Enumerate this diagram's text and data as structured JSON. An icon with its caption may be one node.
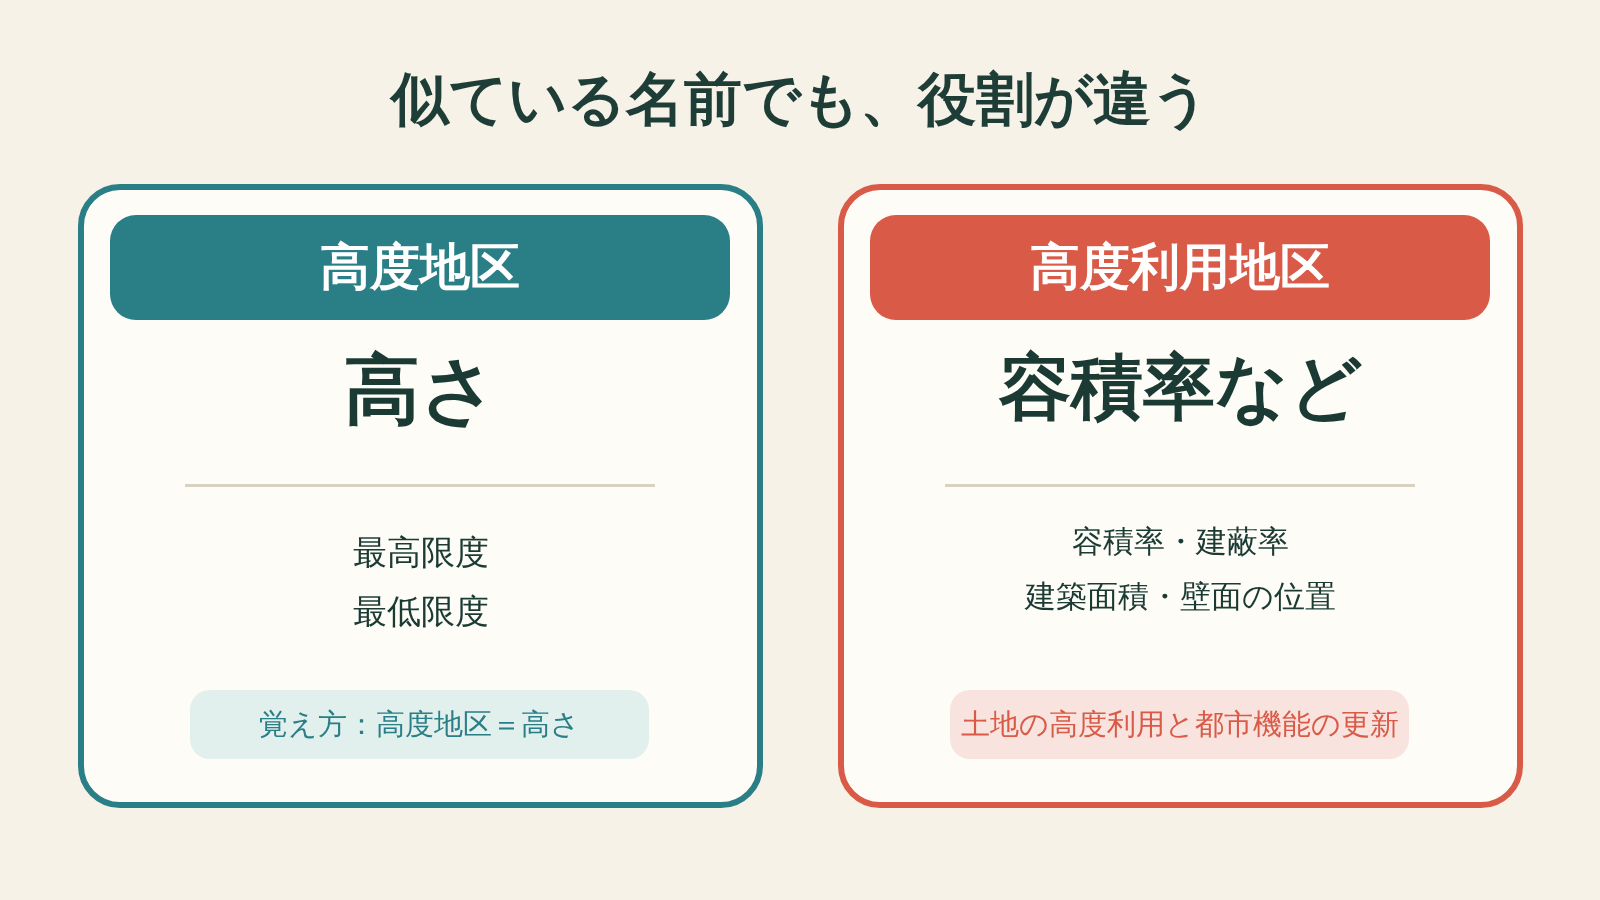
{
  "diagram": {
    "title": "似ている名前でも、役割が違う",
    "nodes": [
      {
        "text": [
          "高さ",
          "最高限度",
          "最低限度"
        ]
      },
      {
        "text": [
          "高度地区"
        ],
        "in": 0
      },
      {
        "text": [
          "覚え方：高度地区＝高さ"
        ],
        "in": 0
      },
      {
        "text": [
          "容積率など",
          "容積率・建蔽率",
          "建築面積・壁面の位置"
        ]
      },
      {
        "text": [
          "高度利用地区"
        ],
        "in": 3
      },
      {
        "text": [
          "土地の高度利用と都市機能の更新"
        ],
        "in": 3
      }
    ]
  }
}
